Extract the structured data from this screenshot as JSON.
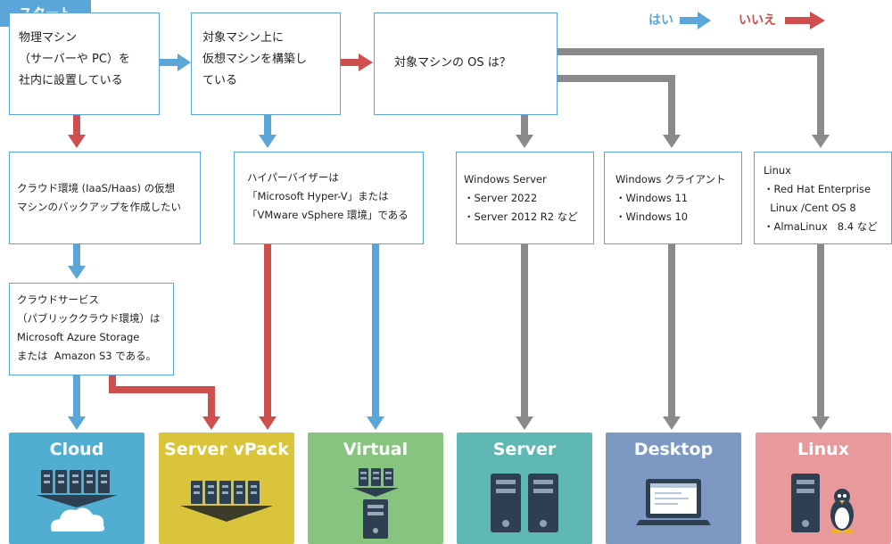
{
  "start_label": "スタート",
  "legend": {
    "yes": "はい",
    "no": "いいえ",
    "yes_color": "#5aa6d8",
    "no_color": "#cf4e4e"
  },
  "boxes": {
    "physical": [
      "物理マシン",
      "（サーバーや PC）を",
      "社内に設置している"
    ],
    "vm_build": [
      "対象マシン上に",
      "仮想マシンを構築し",
      "ている"
    ],
    "os_question": [
      "対象マシンの OS は？"
    ],
    "cloud_vm": [
      "クラウド環境 (IaaS/Haas) の仮想",
      "マシンのバックアップを作成したい"
    ],
    "hypervisor": [
      "ハイパーバイザーは",
      "「Microsoft Hyper-V」または",
      "「VMware vSphere 環境」である"
    ],
    "windows_server": [
      "Windows Server",
      "・Server 2022",
      "・Server 2012 R2 など"
    ],
    "windows_client": [
      "Windows クライアント",
      "・Windows 11",
      "・Windows 10"
    ],
    "linux": [
      "Linux",
      "・Red Hat Enterprise",
      "  Linux /Cent OS 8",
      "・AlmaLinux   8.4 など"
    ],
    "cloud_service": [
      "クラウドサービス",
      "（パブリッククラウド環境）は",
      "Microsoft Azure Storage",
      "または  Amazon S3 である。"
    ]
  },
  "products": [
    {
      "name": "Cloud",
      "color": "#52aed1",
      "icon": "servers-cloud-icon"
    },
    {
      "name": "Server vPack",
      "color": "#d9c43b",
      "icon": "servers-platform-icon"
    },
    {
      "name": "Virtual",
      "color": "#86c47f",
      "icon": "virtual-server-icon"
    },
    {
      "name": "Server",
      "color": "#5fb8b3",
      "icon": "tower-servers-icon"
    },
    {
      "name": "Desktop",
      "color": "#7c98c3",
      "icon": "laptop-icon"
    },
    {
      "name": "Linux",
      "color": "#e7999b",
      "icon": "tux-server-icon"
    }
  ],
  "colors": {
    "box_border": "#5aa6d8",
    "gray_arrow": "#8a8a8a",
    "server_dark": "#2f3f52"
  }
}
